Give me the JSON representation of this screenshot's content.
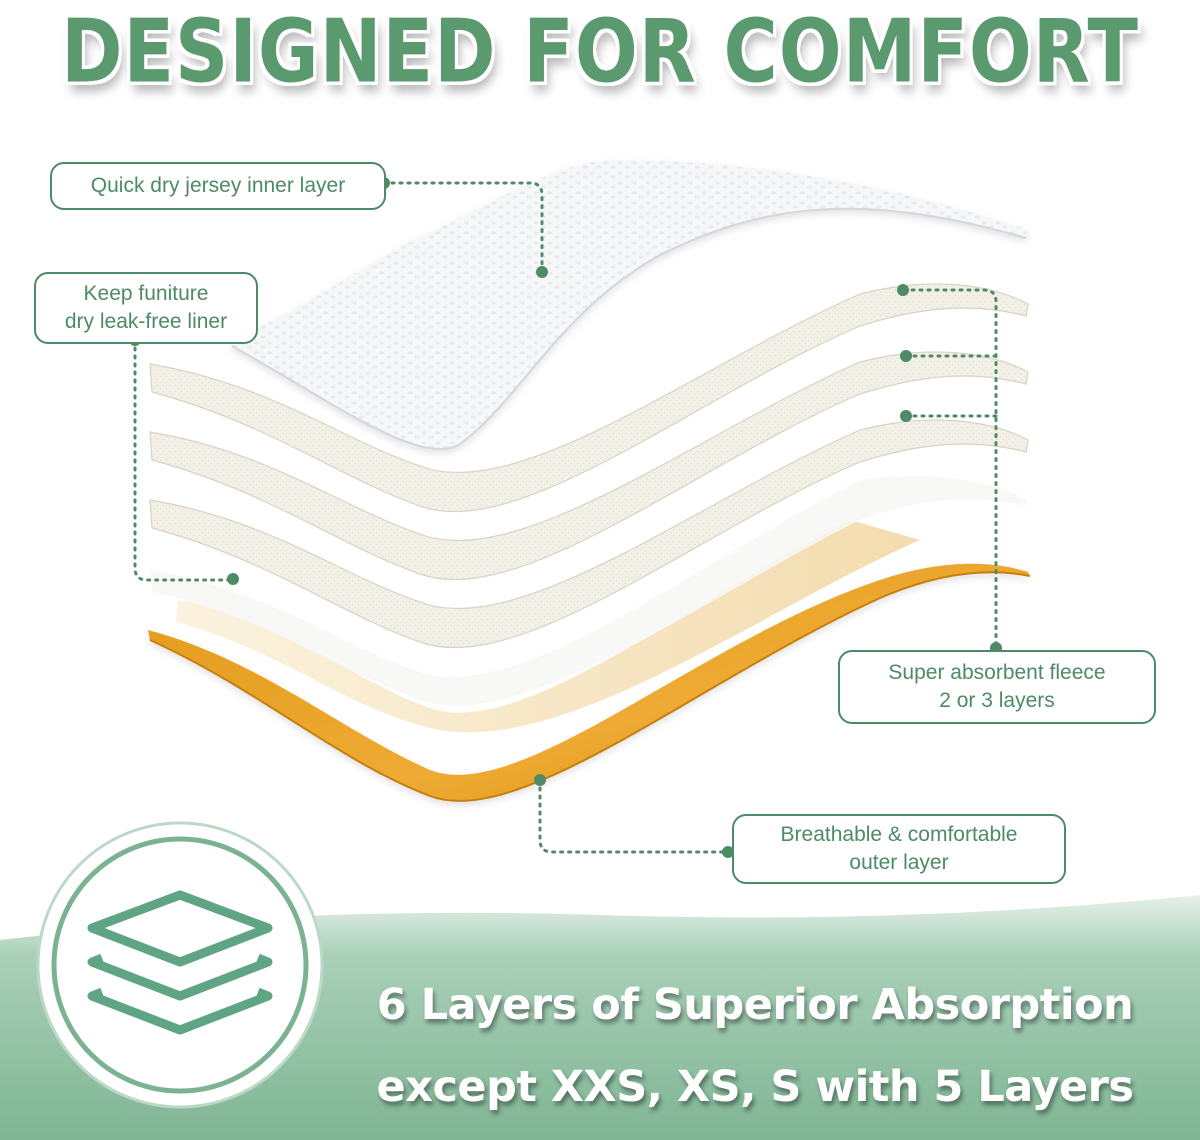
{
  "headline": "DESIGNED FOR COMFORT",
  "callouts": {
    "inner_layer": [
      "Quick dry jersey inner layer"
    ],
    "liner": [
      "Keep funiture",
      "dry leak-free liner"
    ],
    "fleece": [
      "Super absorbent fleece",
      "2 or 3 layers"
    ],
    "outer_layer": [
      "Breathable & comfortable",
      "outer layer"
    ]
  },
  "banner": {
    "line1": "6 Layers of Superior Absorption",
    "line2": "except  XXS, XS, S with 5 Layers",
    "icon": "stacked-layers-icon"
  },
  "colors": {
    "brand_green": "#4e8a66",
    "banner_green": "#8cbf9f",
    "outer_layer": "#e8a52a",
    "inner_layer": "#f5f7f8",
    "fleece": "#f0efe6"
  }
}
